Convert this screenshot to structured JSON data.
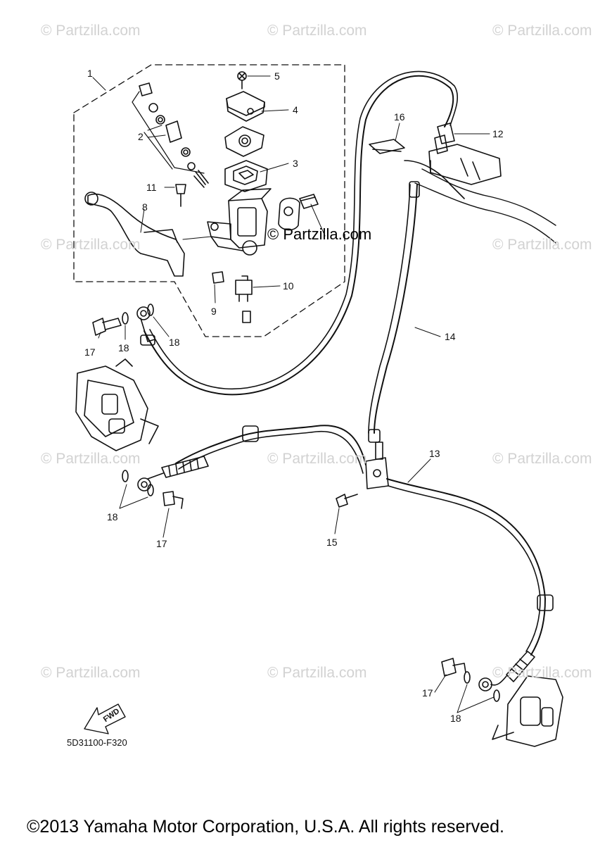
{
  "watermark": "© Partzilla.com",
  "watermark_center": "© Partzilla.com",
  "callouts": {
    "c1": "1",
    "c2": "2",
    "c3": "3",
    "c4": "4",
    "c5": "5",
    "c8": "8",
    "c9": "9",
    "c10": "10",
    "c11": "11",
    "c12": "12",
    "c13": "13",
    "c14": "14",
    "c15": "15",
    "c16": "16",
    "c17a": "17",
    "c17b": "17",
    "c17c": "17",
    "c18a": "18",
    "c18b": "18",
    "c18c": "18",
    "c18d": "18"
  },
  "fwd_label": "FWD",
  "diagram_code": "5D31100-F320",
  "copyright": "©2013 Yamaha Motor Corporation, U.S.A. All rights reserved."
}
